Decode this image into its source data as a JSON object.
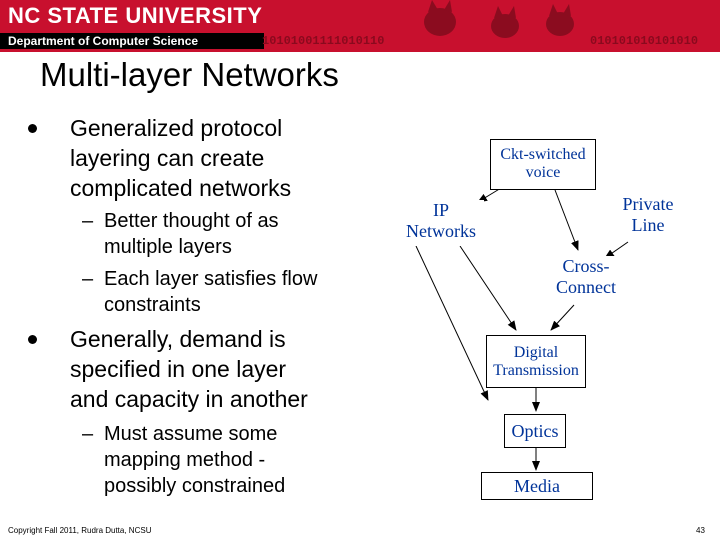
{
  "header": {
    "university": "NC STATE UNIVERSITY",
    "department": "Department of Computer Science",
    "binary_left": "10101001111010110",
    "binary_right": "010101010101010"
  },
  "slide": {
    "title": "Multi-layer Networks",
    "bullets": [
      {
        "lines": [
          "Generalized protocol",
          "layering can create",
          "complicated networks"
        ]
      },
      {
        "lines": [
          "Generally, demand is",
          "specified in one layer",
          "and capacity in another"
        ]
      }
    ],
    "subbullets": [
      {
        "dash": "–",
        "lines": [
          "Better thought of as",
          "multiple layers"
        ]
      },
      {
        "dash": "–",
        "lines": [
          "Each layer satisfies flow",
          "constraints"
        ]
      },
      {
        "dash": "–",
        "lines": [
          "Must assume some",
          "mapping method -",
          "possibly constrained"
        ]
      }
    ],
    "footer": "Copyright Fall 2011, Rudra Dutta, NCSU",
    "page_number": "43"
  },
  "diagram": {
    "nodes": {
      "ckt": [
        "Ckt-switched",
        "voice"
      ],
      "ip": [
        "IP",
        "Networks"
      ],
      "private": [
        "Private",
        "Line"
      ],
      "cross": [
        "Cross-",
        "Connect"
      ],
      "digital": [
        "Digital",
        "Transmission"
      ],
      "optics": [
        "Optics"
      ],
      "media": [
        "Media"
      ]
    }
  },
  "colors": {
    "banner": "#c8102e",
    "node_text": "#003399"
  }
}
